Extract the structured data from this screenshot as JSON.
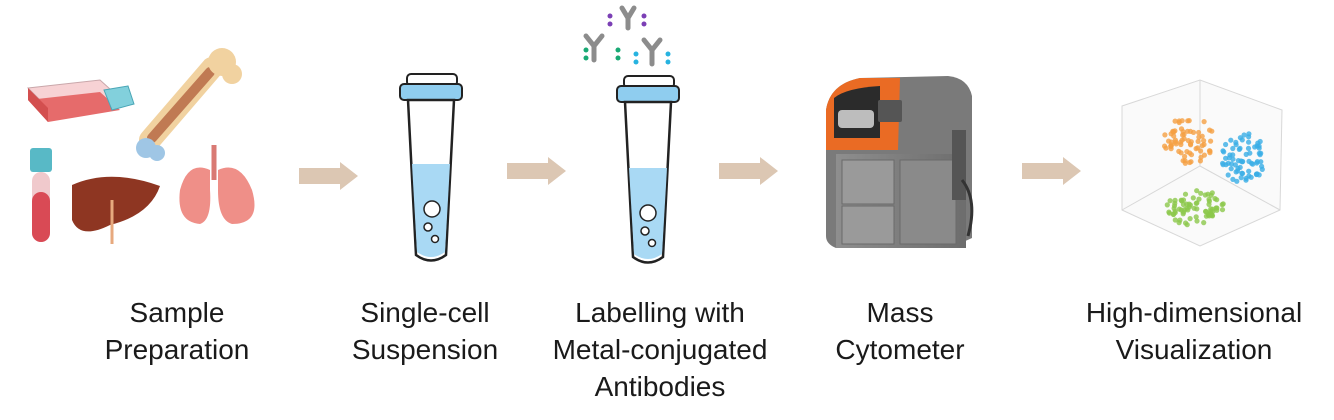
{
  "steps": [
    {
      "lines": [
        "Sample",
        "Preparation"
      ]
    },
    {
      "lines": [
        "Single-cell",
        "Suspension"
      ]
    },
    {
      "lines": [
        "Labelling with",
        "Metal-conjugated",
        "Antibodies"
      ]
    },
    {
      "lines": [
        "Mass",
        "Cytometer"
      ]
    },
    {
      "lines": [
        "High-dimensional",
        "Visualization"
      ]
    }
  ],
  "colors": {
    "arrow": "#dcc7b3",
    "tube_cap": "#7fc3ea",
    "tube_liquid": "#a9d9f4",
    "organ_red": "#d65a5a",
    "liver": "#9b3b2a",
    "lung": "#ee8d86",
    "machine_orange": "#ea6b24",
    "machine_gray": "#8b8b8b",
    "cluster_orange": "#f5a043",
    "cluster_blue": "#3aaee6",
    "cluster_green": "#8cc84b",
    "metal_purple": "#7b3fb5",
    "metal_green": "#19a974",
    "metal_cyan": "#27b3e0"
  },
  "icons": [
    "flask-icon",
    "bone-icon",
    "blood-tube-icon",
    "liver-icon",
    "lungs-icon",
    "tube-icon",
    "antibody-icon",
    "mass-cytometer-icon",
    "scatter-3d-icon",
    "arrow-icon"
  ]
}
